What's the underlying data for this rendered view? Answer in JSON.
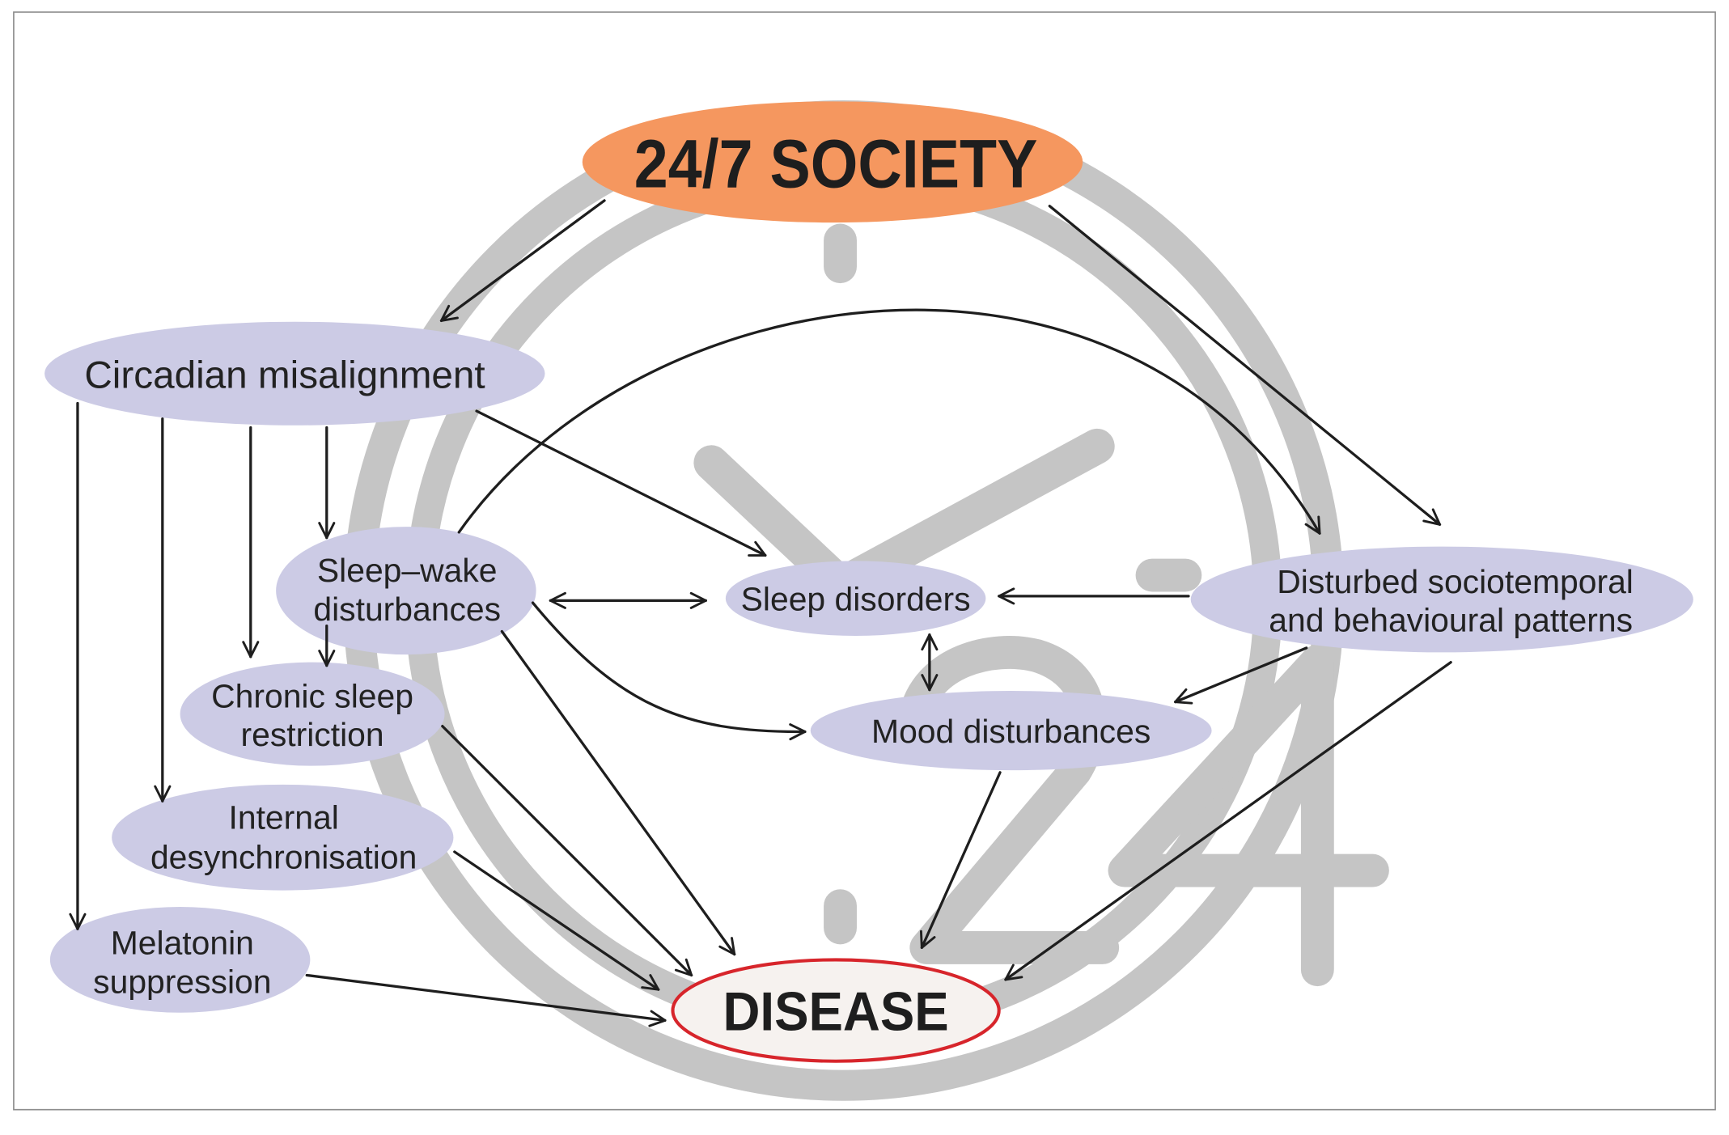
{
  "diagram": {
    "watermark_digits": "24",
    "nodes": {
      "society": {
        "lines": [
          "24/7 SOCIETY"
        ]
      },
      "circadian": {
        "lines": [
          "Circadian misalignment"
        ]
      },
      "sleep_wake": {
        "lines": [
          "Sleep–wake",
          "disturbances"
        ]
      },
      "sleep_disorders": {
        "lines": [
          "Sleep disorders"
        ]
      },
      "sociotemporal": {
        "lines": [
          "Disturbed sociotemporal",
          "and behavioural patterns"
        ]
      },
      "chronic": {
        "lines": [
          "Chronic sleep",
          "restriction"
        ]
      },
      "mood": {
        "lines": [
          "Mood disturbances"
        ]
      },
      "internal": {
        "lines": [
          "Internal",
          "desynchronisation"
        ]
      },
      "melatonin": {
        "lines": [
          "Melatonin",
          "suppression"
        ]
      },
      "disease": {
        "lines": [
          "DISEASE"
        ]
      }
    },
    "colors": {
      "society_fill": "#f5975f",
      "node_fill": "#cccbe5",
      "disease_fill": "#f6f2ef",
      "disease_outline": "#d7252b",
      "watermark": "#c5c5c5",
      "arrow": "#1e1e1e",
      "border": "#8c8c8c"
    }
  }
}
